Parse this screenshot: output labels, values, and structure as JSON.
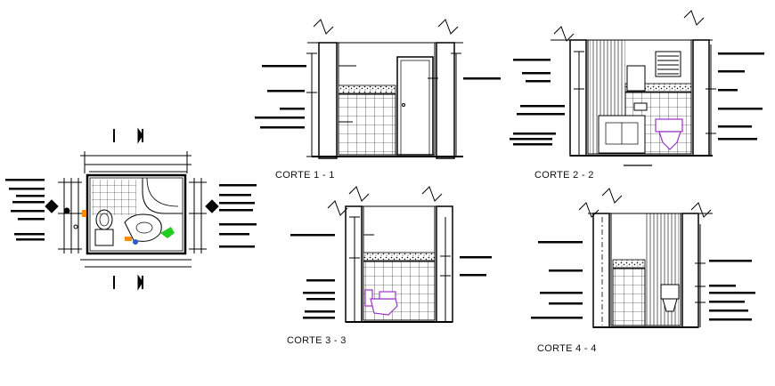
{
  "drawing": {
    "sections": [
      {
        "id": "corte-1-1",
        "label": "CORTE 1 - 1"
      },
      {
        "id": "corte-2-2",
        "label": "CORTE 2 - 2"
      },
      {
        "id": "corte-3-3",
        "label": "CORTE 3 - 3"
      },
      {
        "id": "corte-4-4",
        "label": "CORTE 4 - 4"
      }
    ]
  },
  "colors": {
    "line": "#000000",
    "fixture_magenta": "#9933cc",
    "accent_orange": "#ff8c00",
    "accent_green": "#22cc22",
    "accent_blue": "#3355cc",
    "paper": "#ffffff"
  }
}
